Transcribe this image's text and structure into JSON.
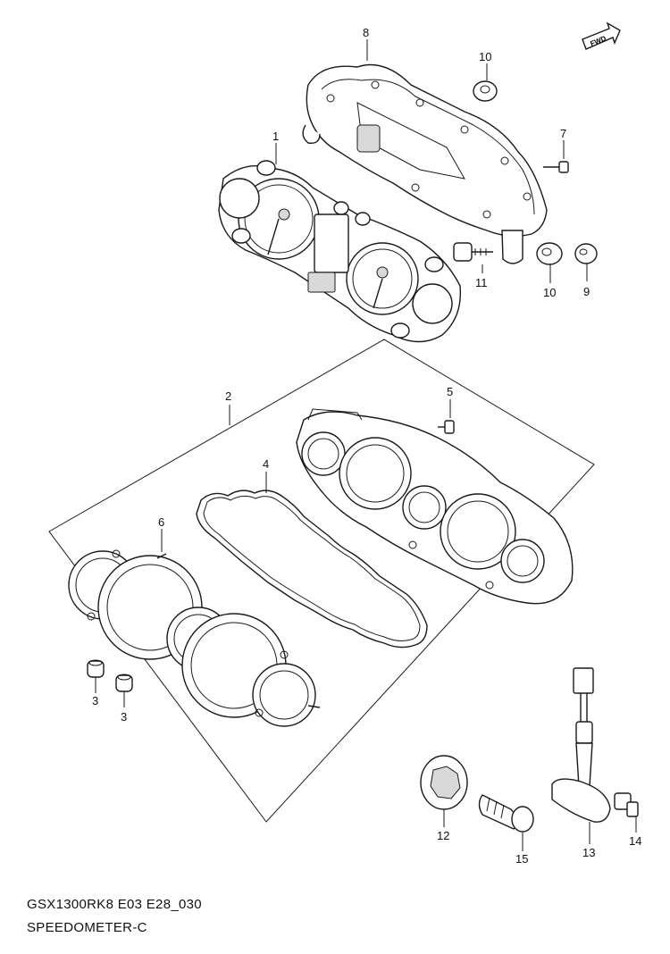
{
  "fwd_label": "FWD",
  "model_code": "GSX1300RK8 E03 E28_030",
  "diagram_name": "SPEEDOMETER-C",
  "callouts": [
    "8",
    "10",
    "7",
    "1",
    "11",
    "10",
    "9",
    "2",
    "5",
    "4",
    "6",
    "3",
    "3",
    "12",
    "15",
    "13",
    "14"
  ]
}
